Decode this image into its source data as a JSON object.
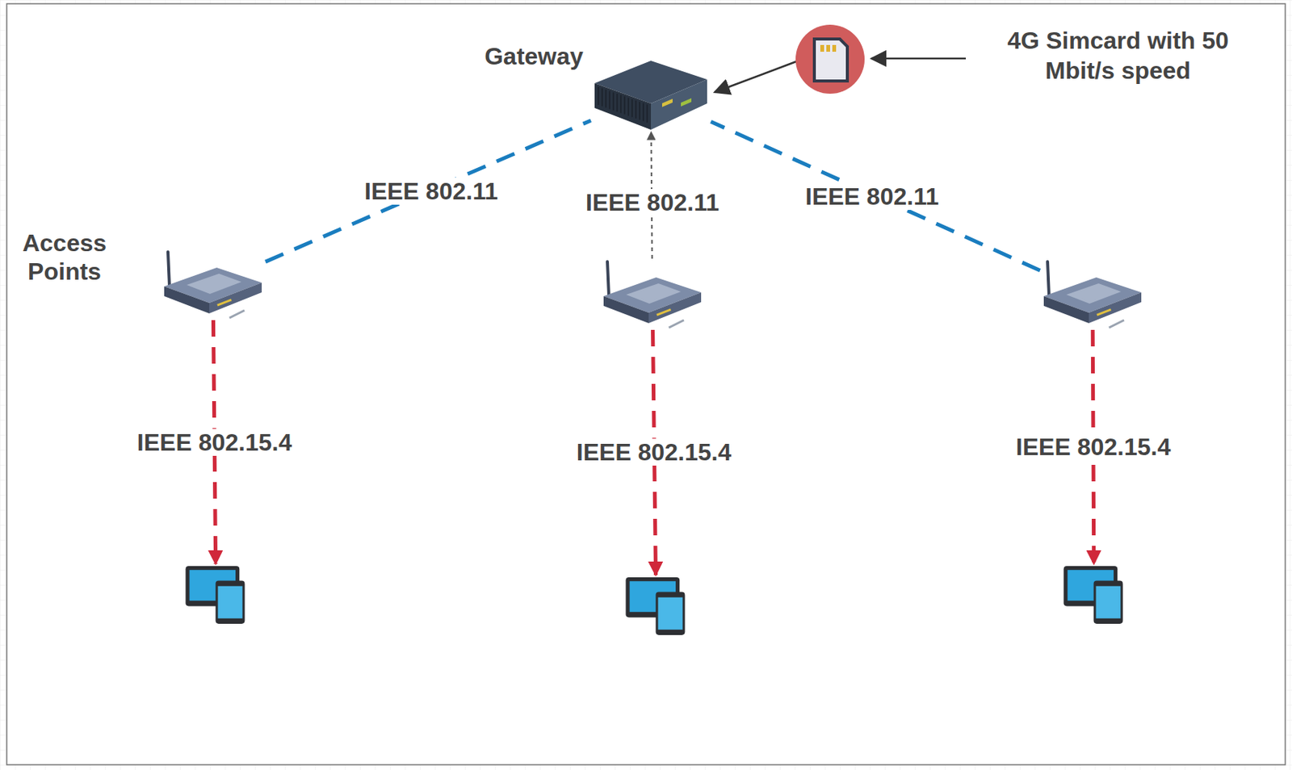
{
  "diagram": {
    "nodes": [
      {
        "text": [
          "Gateway"
        ]
      },
      {
        "text": [
          "Access Points"
        ]
      },
      {
        "text": []
      },
      {
        "text": []
      },
      {
        "text": []
      },
      {
        "text": []
      },
      {
        "text": []
      }
    ],
    "edges": [
      {
        "from": 1,
        "to": 0,
        "arrow": "none",
        "label": "IEEE 802.11"
      },
      {
        "from": 2,
        "to": 0,
        "arrow": "to",
        "label": "IEEE 802.11"
      },
      {
        "from": 3,
        "to": 0,
        "arrow": "none",
        "label": "IEEE 802.11"
      },
      {
        "from": 1,
        "to": 4,
        "arrow": "to",
        "label": "IEEE 802.15.4"
      },
      {
        "from": 2,
        "to": 5,
        "arrow": "to",
        "label": "IEEE 802.15.4"
      },
      {
        "from": 3,
        "to": 6,
        "arrow": "to",
        "label": "IEEE 802.15.4"
      }
    ],
    "labels": [
      "4G Simcard with 50 Mbit/s speed"
    ]
  }
}
